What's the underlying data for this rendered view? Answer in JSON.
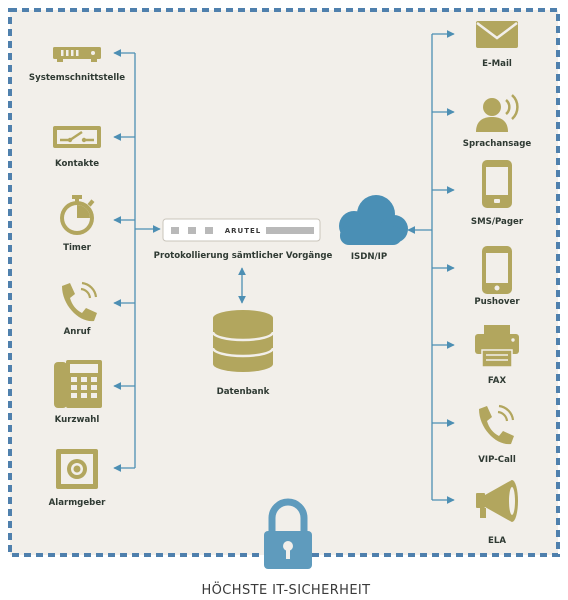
{
  "diagram": {
    "inputs": [
      {
        "label": "Systemschnittstelle",
        "icon": "modem-icon"
      },
      {
        "label": "Kontakte",
        "icon": "contact-switch-icon"
      },
      {
        "label": "Timer",
        "icon": "stopwatch-icon"
      },
      {
        "label": "Anruf",
        "icon": "phone-call-icon"
      },
      {
        "label": "Kurzwahl",
        "icon": "desk-phone-icon"
      },
      {
        "label": "Alarmgeber",
        "icon": "alarm-box-icon"
      }
    ],
    "outputs": [
      {
        "label": "E-Mail",
        "icon": "envelope-icon"
      },
      {
        "label": "Sprachansage",
        "icon": "speaker-person-icon"
      },
      {
        "label": "SMS/Pager",
        "icon": "pager-icon"
      },
      {
        "label": "Pushover",
        "icon": "smartphone-icon"
      },
      {
        "label": "FAX",
        "icon": "fax-icon"
      },
      {
        "label": "VIP-Call",
        "icon": "phone-call-icon"
      },
      {
        "label": "ELA",
        "icon": "megaphone-icon"
      }
    ],
    "device": {
      "brand": "ARUTEL",
      "caption": "Protokollierung sämtlicher Vorgänge"
    },
    "database": {
      "label": "Datenbank"
    },
    "network": {
      "label": "ISDN/IP"
    },
    "footer_title": "HÖCHSTE IT-SICHERHEIT",
    "colors": {
      "icon": "#b2a65e",
      "line": "#4d8fb3",
      "border": "#4f80ad",
      "background": "#f2efea",
      "cloud": "#4a8fb5",
      "lock": "#5f9bbd"
    }
  }
}
